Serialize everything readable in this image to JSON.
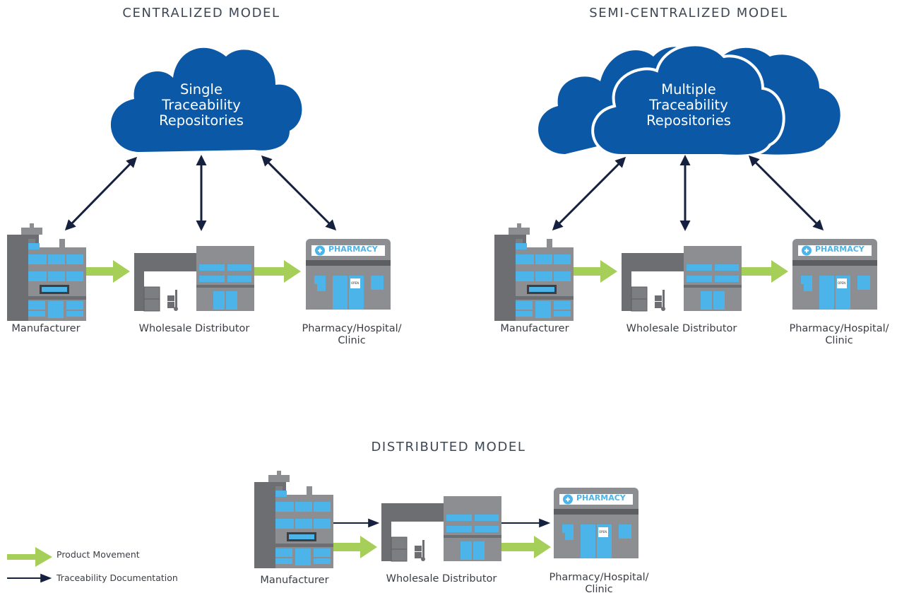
{
  "colors": {
    "cloud_blue": "#0b58a6",
    "arrow_navy": "#16213f",
    "product_green": "#a6cf5a",
    "building_gray": "#8c8e91",
    "building_dark": "#6c6e72",
    "window_blue": "#4cb4e8"
  },
  "centralized": {
    "title": "CENTRALIZED MODEL",
    "cloud_lines": [
      "Single",
      "Traceability",
      "Repositories"
    ],
    "manufacturer": "Manufacturer",
    "wholesaler": "Wholesale Distributor",
    "pharmacy_lines": [
      "Pharmacy/Hospital/",
      "Clinic"
    ],
    "pharmacy_sign": "PHARMACY",
    "open_sign": "OPEN"
  },
  "semi": {
    "title": "SEMI-CENTRALIZED MODEL",
    "cloud_lines": [
      "Multiple",
      "Traceability",
      "Repositories"
    ],
    "manufacturer": "Manufacturer",
    "wholesaler": "Wholesale Distributor",
    "pharmacy_lines": [
      "Pharmacy/Hospital/",
      "Clinic"
    ],
    "pharmacy_sign": "PHARMACY",
    "open_sign": "OPEN"
  },
  "distributed": {
    "title": "DISTRIBUTED MODEL",
    "manufacturer": "Manufacturer",
    "wholesaler": "Wholesale Distributor",
    "pharmacy_lines": [
      "Pharmacy/Hospital/",
      "Clinic"
    ],
    "pharmacy_sign": "PHARMACY",
    "open_sign": "OPEN"
  },
  "legend": {
    "product": "Product Movement",
    "traceability": "Traceability Documentation"
  }
}
